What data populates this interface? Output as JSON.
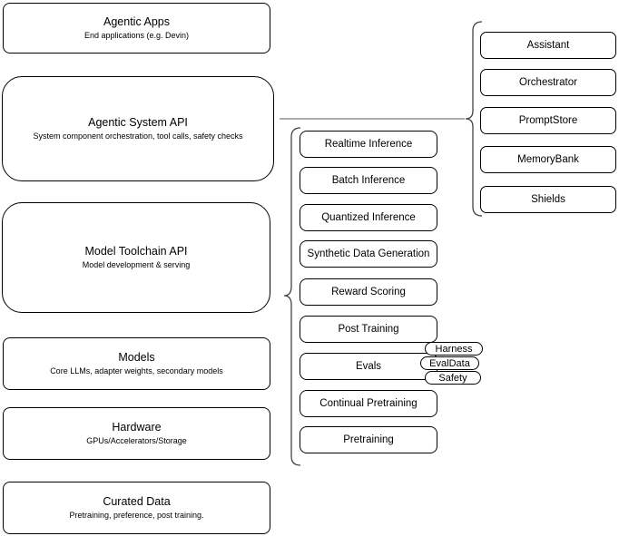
{
  "diagram": {
    "left_stack": {
      "boxes": [
        {
          "title": "Agentic Apps",
          "subtitle": "End applications (e.g. Devin)"
        },
        {
          "title": "Agentic System API",
          "subtitle": "System component orchestration, tool calls, safety checks"
        },
        {
          "title": "Model Toolchain API",
          "subtitle": "Model development & serving"
        },
        {
          "title": "Models",
          "subtitle": "Core LLMs, adapter weights, secondary models"
        },
        {
          "title": "Hardware",
          "subtitle": "GPUs/Accelerators/Storage"
        },
        {
          "title": "Curated Data",
          "subtitle": "Pretraining, preference, post training."
        }
      ]
    },
    "toolchain_group": {
      "items": [
        {
          "label": "Realtime Inference"
        },
        {
          "label": "Batch Inference"
        },
        {
          "label": "Quantized Inference"
        },
        {
          "label": "Synthetic Data Generation"
        },
        {
          "label": "Reward Scoring"
        },
        {
          "label": "Post Training"
        },
        {
          "label": "Evals"
        },
        {
          "label": "Continual Pretraining"
        },
        {
          "label": "Pretraining"
        }
      ],
      "evals_tags": [
        {
          "label": "Harness"
        },
        {
          "label": "EvalData"
        },
        {
          "label": "Safety"
        }
      ]
    },
    "system_group": {
      "items": [
        {
          "label": "Assistant"
        },
        {
          "label": "Orchestrator"
        },
        {
          "label": "PromptStore"
        },
        {
          "label": "MemoryBank"
        },
        {
          "label": "Shields"
        }
      ]
    },
    "colors": {
      "box_fill": "#ffffff",
      "box_stroke": "#000000",
      "connector_stroke": "#444444",
      "line_stroke": "#7a7a7a"
    }
  }
}
